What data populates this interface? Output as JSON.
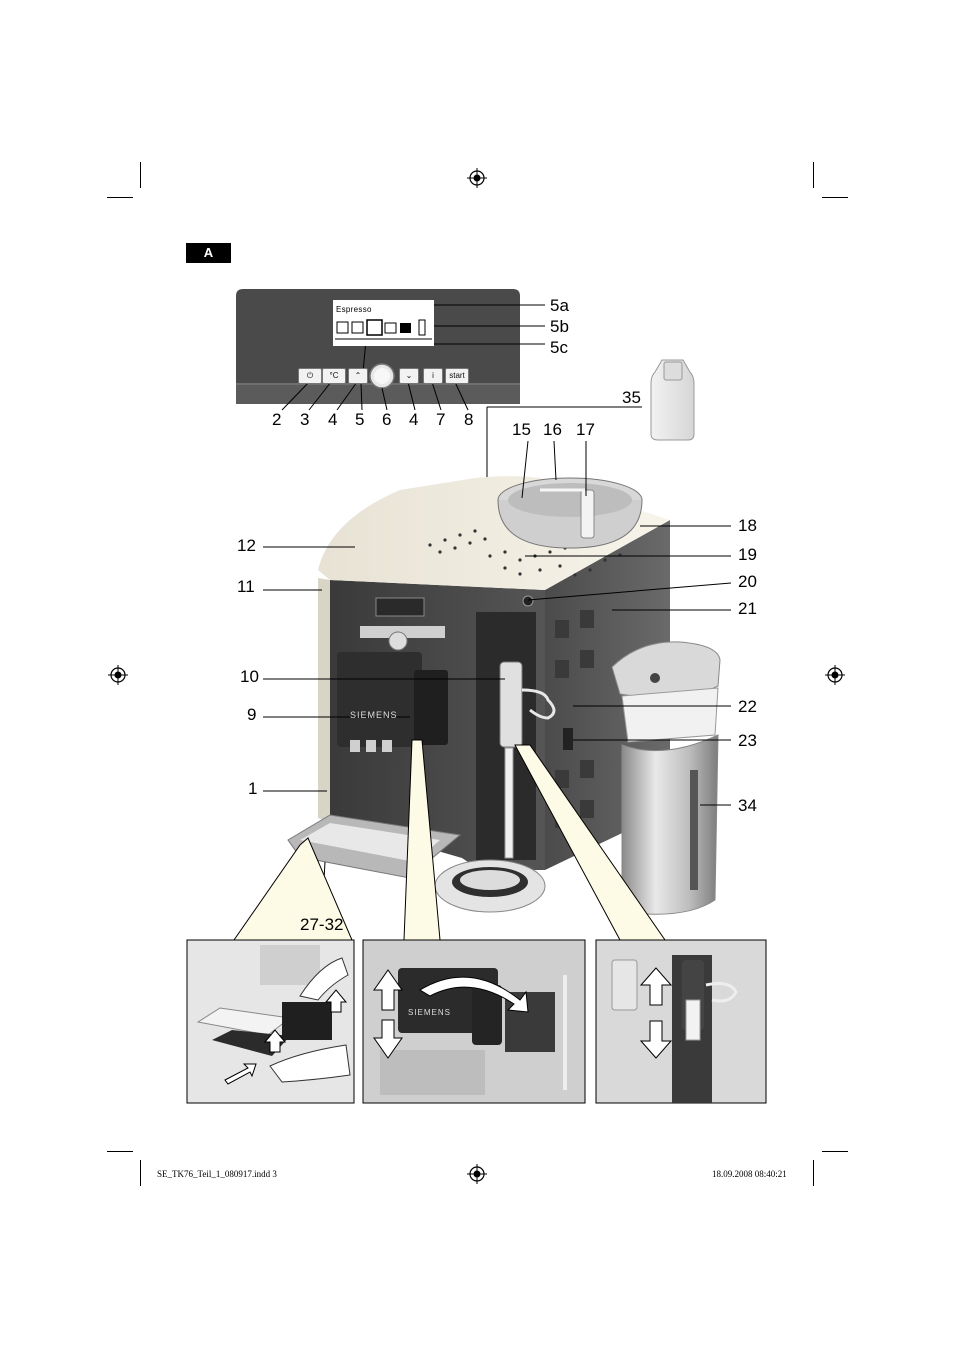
{
  "section_tag": "A",
  "display": {
    "title": "Espresso",
    "buttons": [
      "⏻",
      "°C",
      "start"
    ]
  },
  "callouts": {
    "panel_row": [
      "2",
      "3",
      "4",
      "5",
      "6",
      "4",
      "7",
      "8"
    ],
    "display_labels": [
      "5a",
      "5b",
      "5c"
    ],
    "n35": "35",
    "n15": "15",
    "n16": "16",
    "n17": "17",
    "n18": "18",
    "n19": "19",
    "n20": "20",
    "n21": "21",
    "n12": "12",
    "n11": "11",
    "n10": "10",
    "n9": "9",
    "n22": "22",
    "n23": "23",
    "n1": "1",
    "n34": "34",
    "n27_32": "27-32"
  },
  "brand": "SIEMENS",
  "footer": {
    "file": "SE_TK76_Teil_1_080917.indd   3",
    "timestamp": "18.09.2008   08:40:21"
  }
}
